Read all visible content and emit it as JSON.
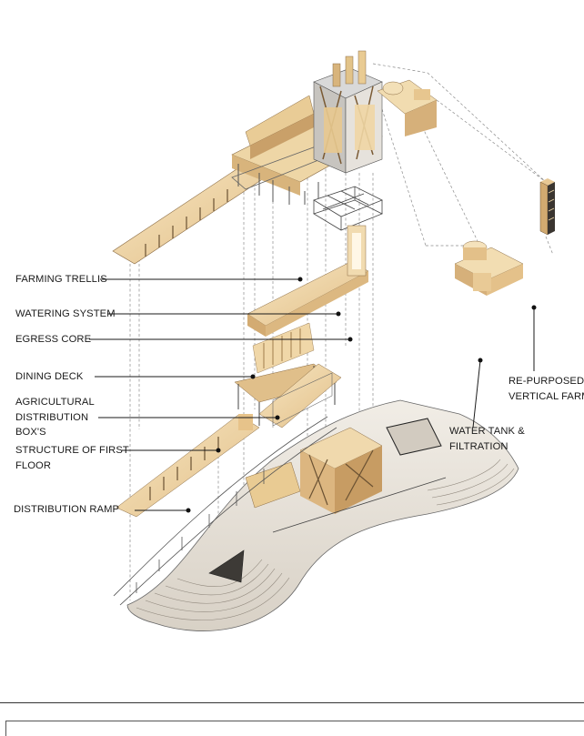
{
  "labels": {
    "farming_trellis": "FARMING TRELLIS",
    "watering_system": "WATERING SYSTEM",
    "egress_core": "EGRESS CORE",
    "dining_deck": "DINING DECK",
    "agricultural_1": "AGRICULTURAL",
    "agricultural_2": "DISTRIBUTION",
    "agricultural_3": "BOX'S",
    "structure_1": "STRUCTURE OF FIRST",
    "structure_2": "FLOOR",
    "distribution_ramp": "DISTRIBUTION RAMP",
    "water_tank_1": "WATER TANK &",
    "water_tank_2": "FILTRATION",
    "repurposed_1": "RE-PURPOSED",
    "repurposed_2": "VERTICAL FARM"
  },
  "colors": {
    "wood_light": "#f3dfb6",
    "wood_mid": "#e6c48e",
    "wood_dark": "#b58a55",
    "ground": "#ebe6de",
    "line": "#1a1a1a"
  }
}
